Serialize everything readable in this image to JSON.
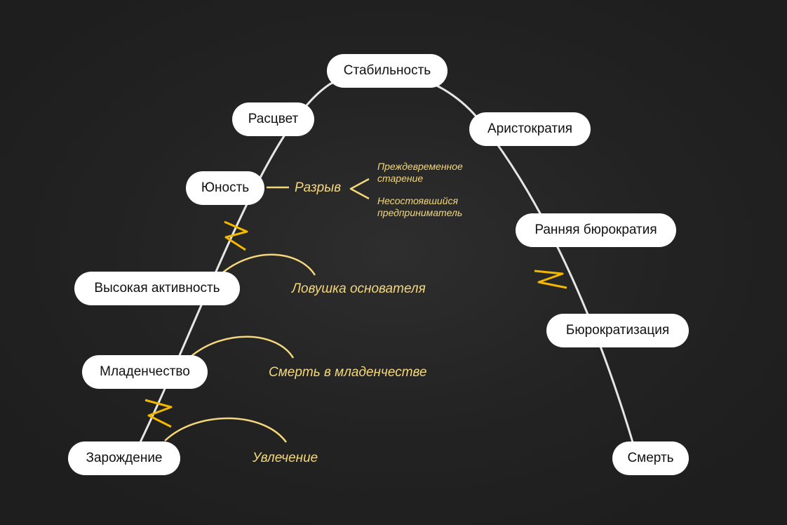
{
  "stages": {
    "stability": "Стабильность",
    "prime": "Расцвет",
    "aristocracy": "Аристократия",
    "adolescence": "Юность",
    "early_bureaucracy": "Ранняя бюрократия",
    "go_go": "Высокая активность",
    "bureaucracy": "Бюрократизация",
    "infancy": "Младенчество",
    "courtship": "Зарождение",
    "death": "Смерть"
  },
  "traps": {
    "divorce": "Разрыв",
    "premature_aging": "Преждевременное\nстарение",
    "unfulfilled_entrepreneur": "Несостоявшийся\nпредприниматель",
    "founder_trap": "Ловушка основателя",
    "infant_mortality": "Смерть в младенчестве",
    "affair": "Увлечение"
  },
  "colors": {
    "background": "#232323",
    "curve": "#e6e6e6",
    "trap_text": "#f4d77a",
    "trap_arc": "#f4d77a",
    "zigzag": "#f5b800",
    "pill": "#ffffff"
  },
  "icons": [
    "lightning-zigzag-icon",
    "branch-chevron-icon"
  ]
}
